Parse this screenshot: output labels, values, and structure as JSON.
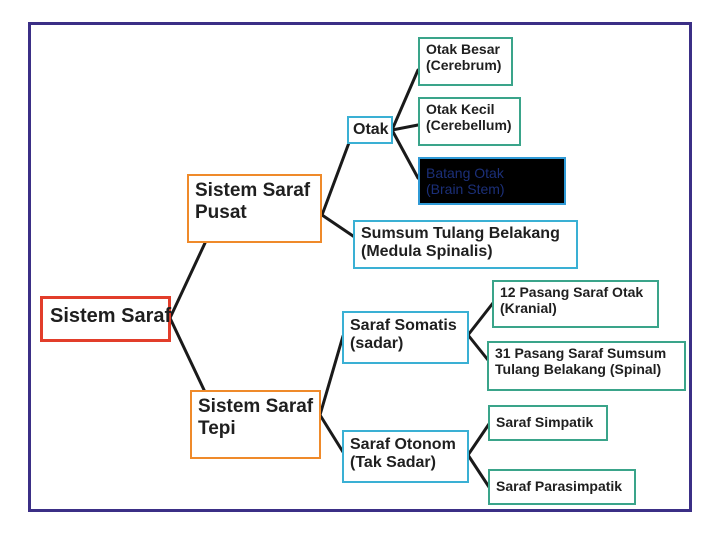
{
  "colors": {
    "frame": "#3b2f86",
    "root_border": "#e23d2a",
    "level1_border": "#ef8a2a",
    "level2_border": "#3ab0d4",
    "leaf_border": "#3aa48a",
    "connector": "#1a1a1a",
    "highlight_fill": "#000000",
    "highlight_text": "#1b2f78"
  },
  "diagram": {
    "root": {
      "label": "Sistem Saraf"
    },
    "pusat": {
      "line1": "Sistem Saraf",
      "line2": "Pusat",
      "otak": {
        "label": "Otak",
        "children": [
          {
            "line1": "Otak Besar",
            "line2": "(Cerebrum)"
          },
          {
            "line1": "Otak Kecil",
            "line2": "(Cerebellum)"
          },
          {
            "line1": "Batang Otak",
            "line2": "(Brain Stem)"
          }
        ]
      },
      "sumsum": {
        "line1": "Sumsum Tulang Belakang",
        "line2": "(Medula Spinalis)"
      }
    },
    "tepi": {
      "line1": "Sistem Saraf",
      "line2": "Tepi",
      "somatis": {
        "line1": "Saraf Somatis",
        "line2": "(sadar)",
        "children": [
          {
            "line1": "12 Pasang Saraf Otak",
            "line2": "(Kranial)"
          },
          {
            "line1": "31 Pasang Saraf Sumsum",
            "line2": "Tulang Belakang (Spinal)"
          }
        ]
      },
      "otonom": {
        "line1": "Saraf Otonom",
        "line2": "(Tak Sadar)",
        "children": [
          {
            "label": "Saraf Simpatik"
          },
          {
            "label": "Saraf Parasimpatik"
          }
        ]
      }
    }
  }
}
